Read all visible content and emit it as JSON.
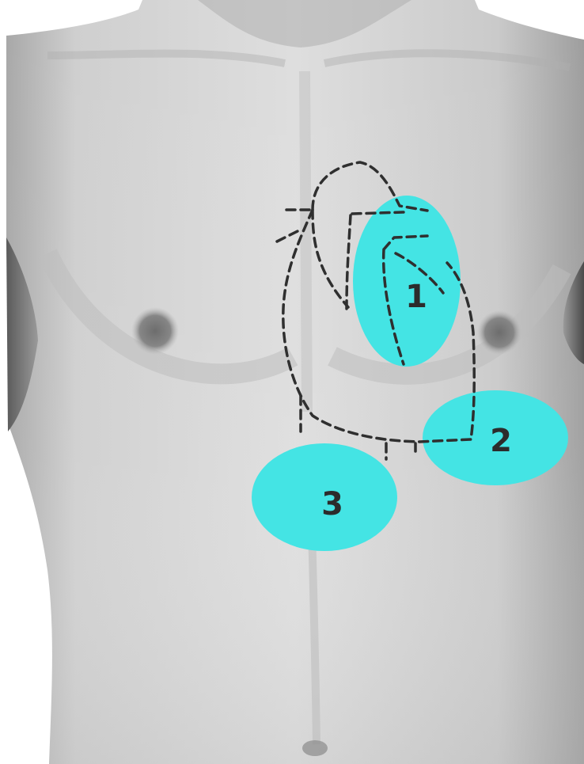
{
  "colors": {
    "zone_fill": "#44e4e4",
    "outline_stroke": "#2f2f2f",
    "skin_light": "#dcdcdc",
    "skin_mid": "#c4c4c4",
    "skin_dark": "#8f8f8f"
  },
  "figure": {
    "subject": "male-torso-front-view",
    "zones": [
      {
        "label": "1"
      },
      {
        "label": "2"
      },
      {
        "label": "3"
      }
    ]
  }
}
